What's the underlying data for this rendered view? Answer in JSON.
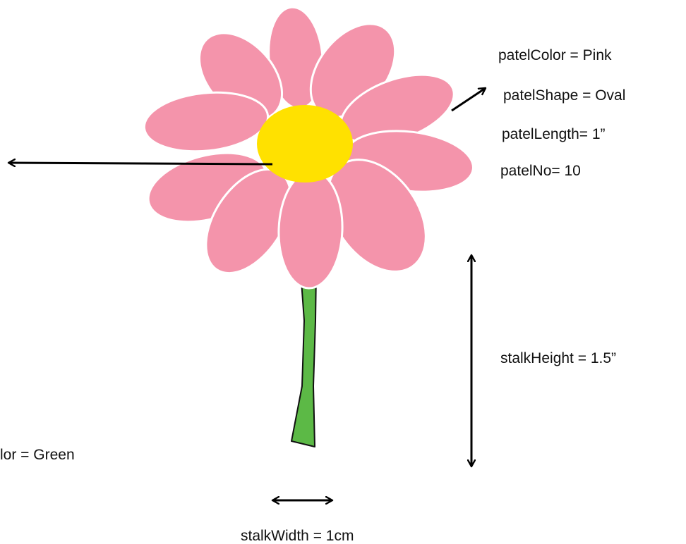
{
  "labels": {
    "petal_color": "patelColor = Pink",
    "petal_shape": "patelShape = Oval",
    "petal_length": "patelLength= 1”",
    "petal_count": "patelNo= 10",
    "stalk_height": "stalkHeight = 1.5”",
    "stalk_color_partial": "lor = Green",
    "stalk_width": "stalkWidth = 1cm"
  },
  "colors": {
    "petal": "#f494ab",
    "petal_outline": "#ffffff",
    "center": "#ffe100",
    "stalk": "#5cb946",
    "stalk_outline": "#111111",
    "arrow": "#000000"
  }
}
